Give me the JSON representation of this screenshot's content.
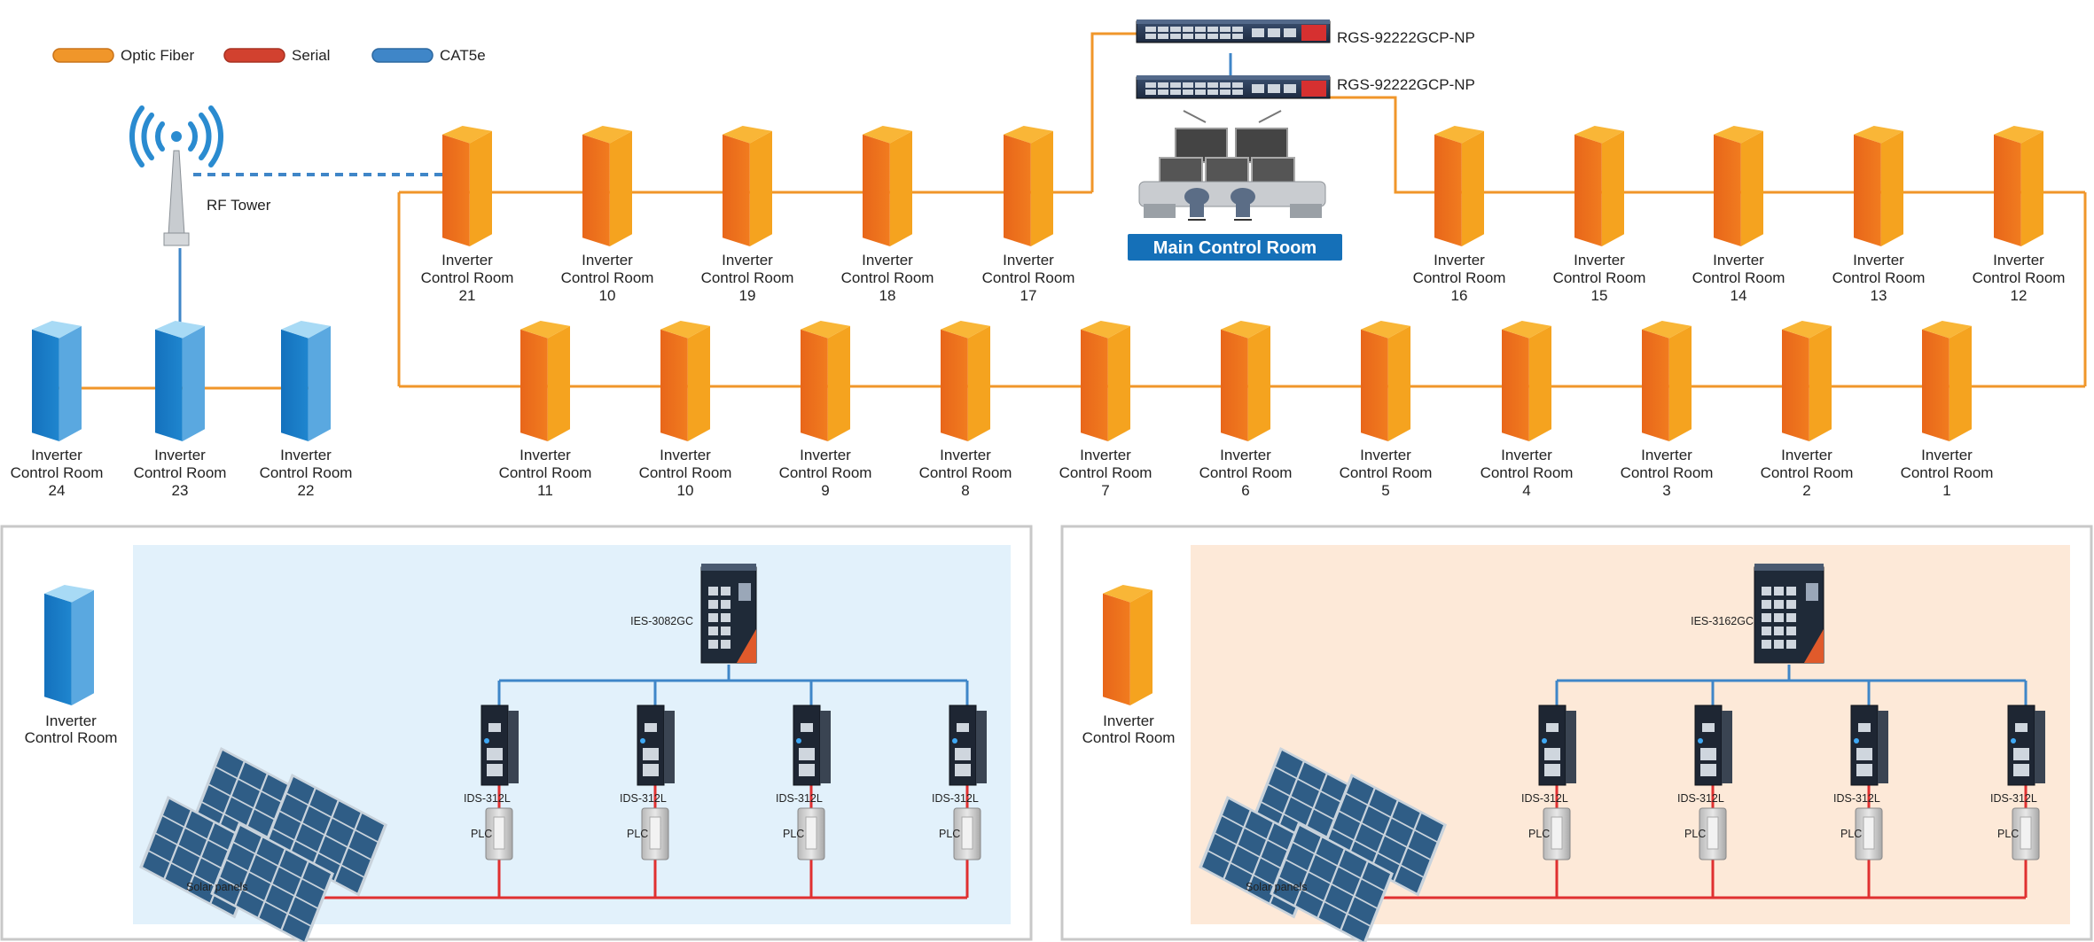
{
  "legend": [
    {
      "label": "Optic Fiber",
      "color": "#f0962a"
    },
    {
      "label": "Serial",
      "color": "#d2412f"
    },
    {
      "label": "CAT5e",
      "color": "#3f86c8"
    }
  ],
  "colors": {
    "fiber": "#f0962a",
    "serial": "#e03030",
    "cat5e": "#3f86c8",
    "orange_room": "#f07a1e",
    "blue_room": "#1f86cf",
    "blue_panel_bg": "#e2f1fb",
    "orange_panel_bg": "#fde9d8",
    "title_badge": "#1570b8"
  },
  "rf_tower": {
    "label": "RF Tower"
  },
  "switches": {
    "top": "RGS-92222GCP-NP",
    "bottom": "RGS-92222GCP-NP"
  },
  "main_control_room": "Main Control Room",
  "room_label_prefix": "Inverter",
  "room_label_middle": "Control Room",
  "rooms_top_left": [
    "21",
    "10",
    "19",
    "18",
    "17"
  ],
  "rooms_top_right": [
    "16",
    "15",
    "14",
    "13",
    "12"
  ],
  "rooms_bottom": [
    "11",
    "10",
    "9",
    "8",
    "7",
    "6",
    "5",
    "4",
    "3",
    "2",
    "1"
  ],
  "rooms_blue": [
    "24",
    "23",
    "22"
  ],
  "panel_left": {
    "room_label": "Inverter Control Room",
    "switch": "IES-3082GC",
    "device_labels": [
      "IDS-312L",
      "IDS-312L",
      "IDS-312L",
      "IDS-312L"
    ],
    "plc_labels": [
      "PLC",
      "PLC",
      "PLC",
      "PLC"
    ],
    "solar": "Solar panels"
  },
  "panel_right": {
    "room_label": "Inverter Control Room",
    "switch": "IES-3162GC",
    "device_labels": [
      "IDS-312L",
      "IDS-312L",
      "IDS-312L",
      "IDS-312L"
    ],
    "plc_labels": [
      "PLC",
      "PLC",
      "PLC",
      "PLC"
    ],
    "solar": "Solar panels"
  }
}
